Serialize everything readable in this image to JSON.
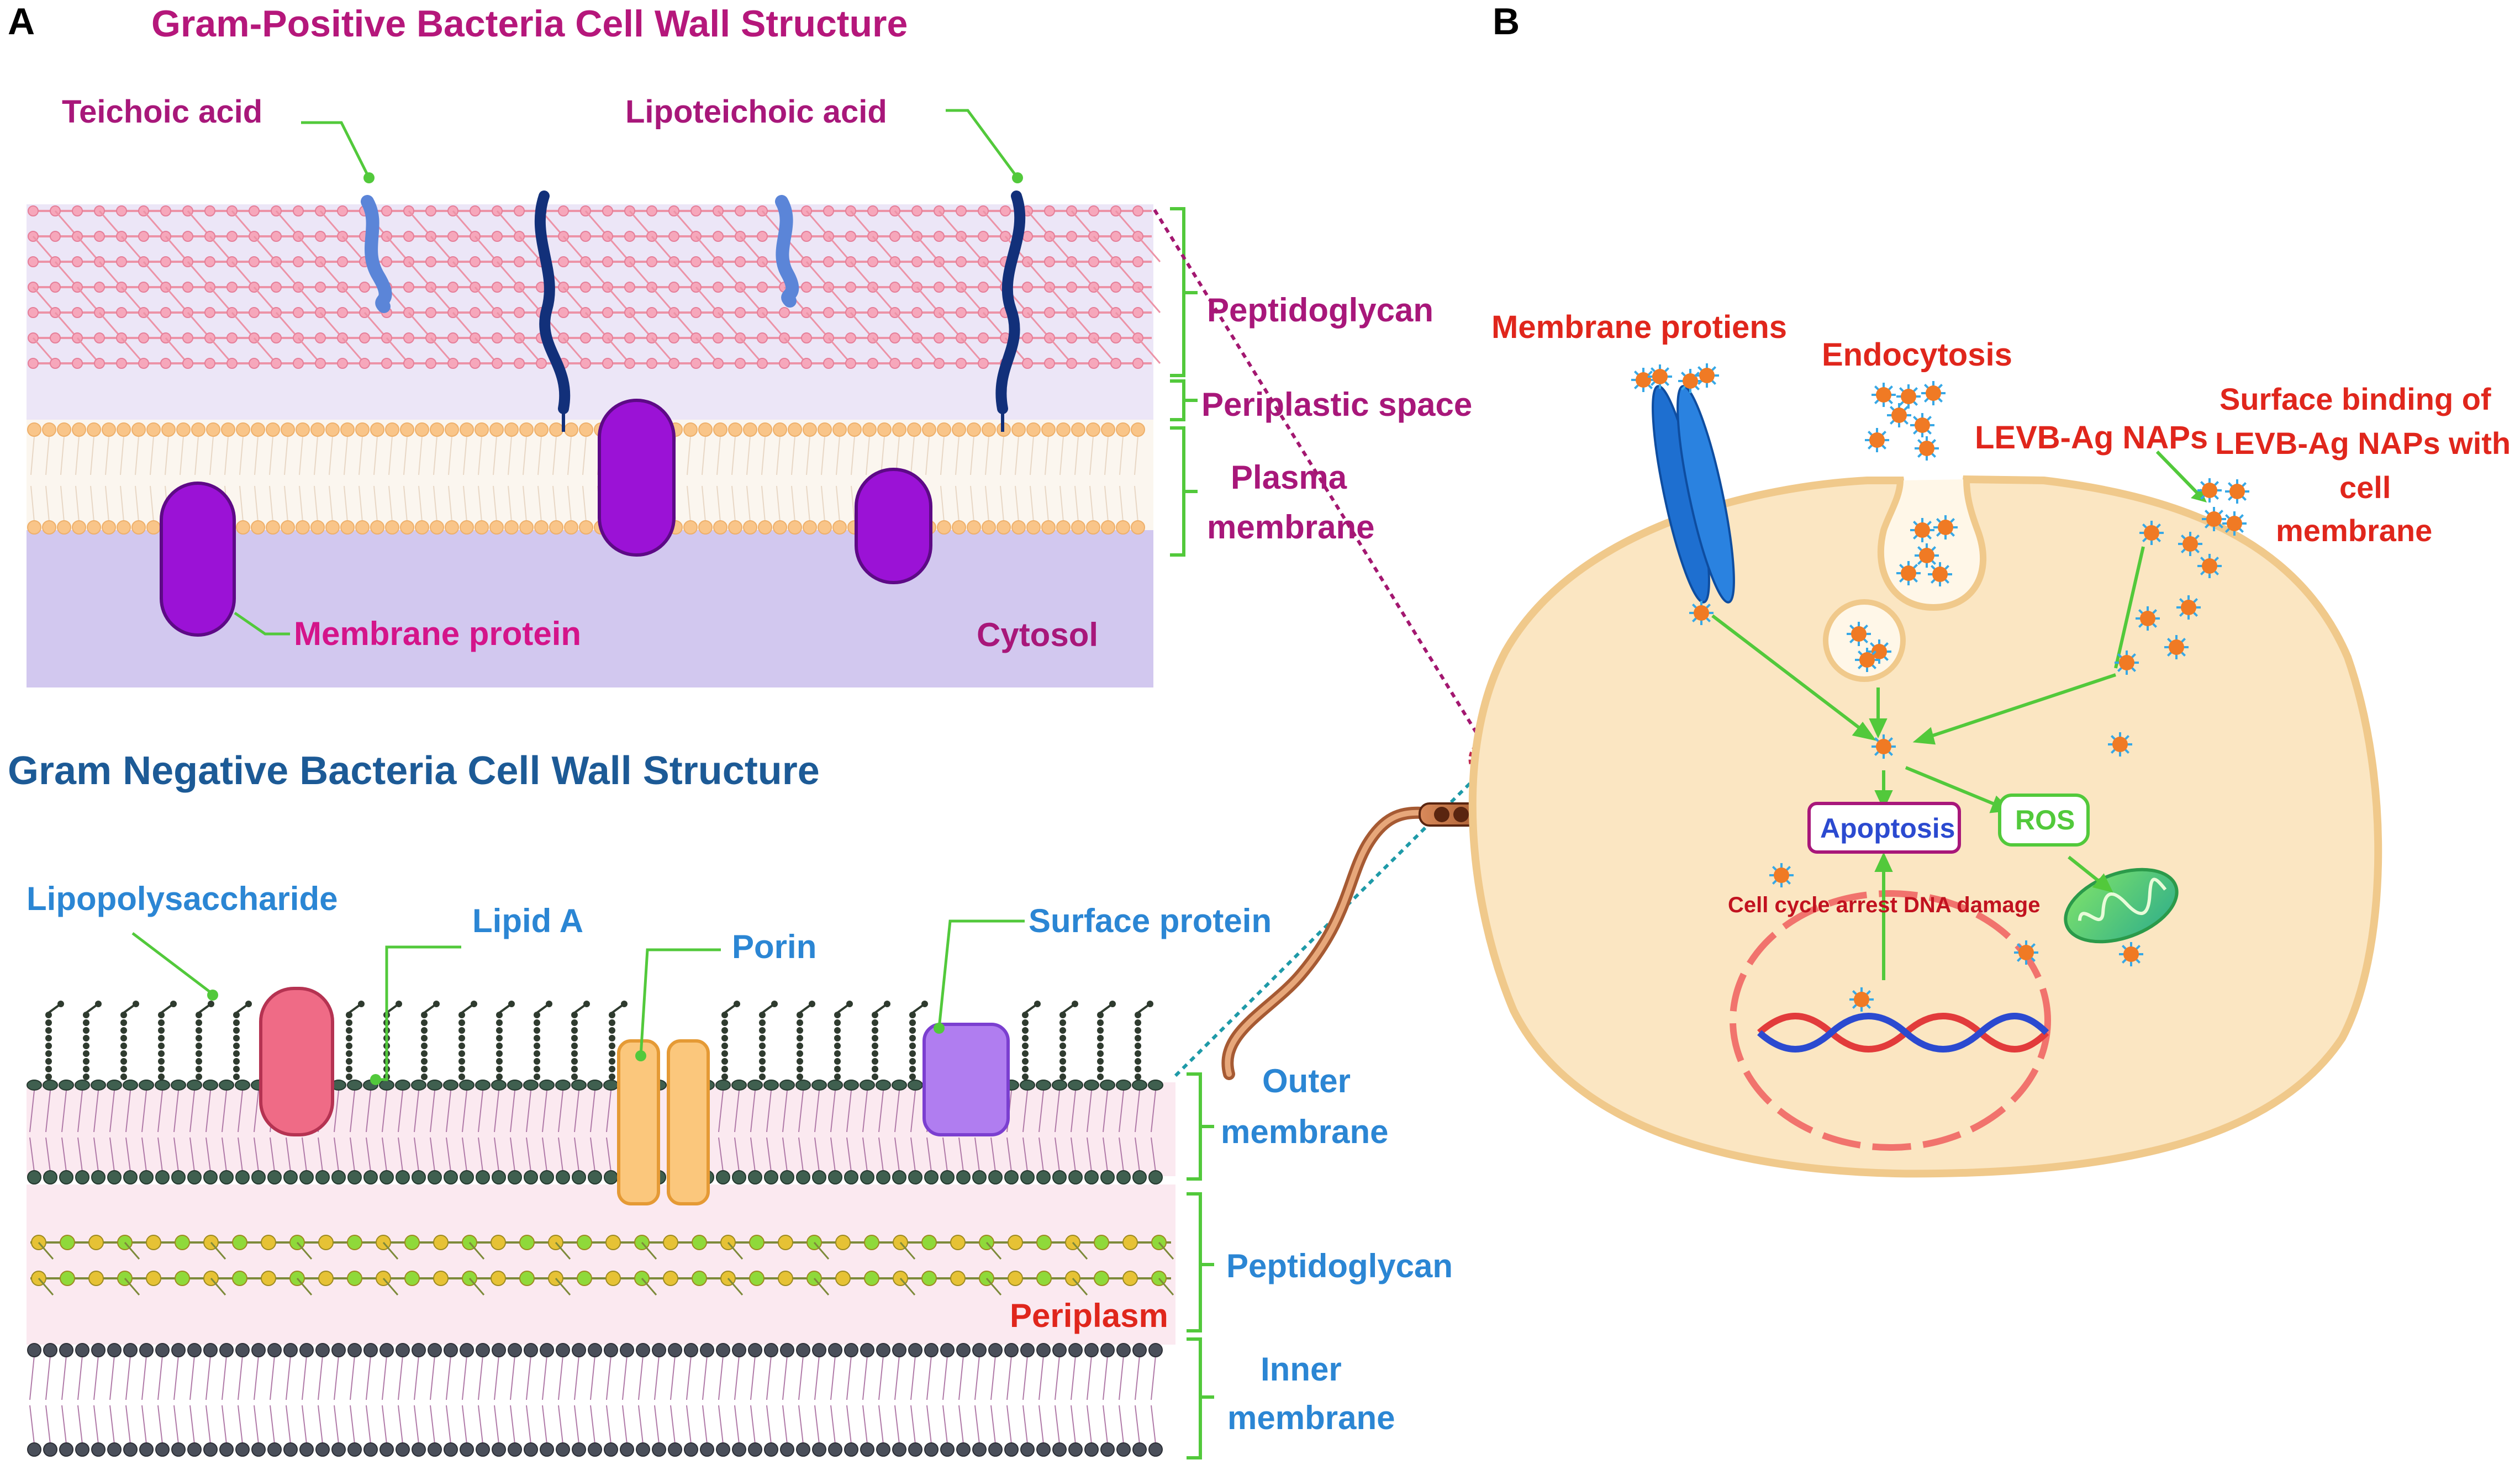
{
  "panels": {
    "a_letter": "A",
    "b_letter": "B"
  },
  "gram_positive": {
    "title": "Gram-Positive Bacteria Cell Wall Structure",
    "teichoic_acid": "Teichoic acid",
    "lipoteichoic_acid": "Lipoteichoic acid",
    "peptidoglycan": "Peptidoglycan",
    "periplastic_space": "Periplastic space",
    "plasma_membrane_line1": "Plasma",
    "plasma_membrane_line2": "membrane",
    "membrane_protein": "Membrane protein",
    "cytosol": "Cytosol"
  },
  "gram_negative": {
    "title": "Gram Negative Bacteria Cell Wall Structure",
    "lipopolysaccharide": "Lipopolysaccharide",
    "lipid_a": "Lipid A",
    "porin": "Porin",
    "surface_protein": "Surface protein",
    "outer_membrane_line1": "Outer",
    "outer_membrane_line2": "membrane",
    "peptidoglycan": "Peptidoglycan",
    "periplasm": "Periplasm",
    "inner_membrane_line1": "Inner",
    "inner_membrane_line2": "membrane"
  },
  "cell": {
    "membrane_proteins": "Membrane protiens",
    "endocytosis": "Endocytosis",
    "levb_ag_naps": "LEVB-Ag NAPs",
    "surface_binding_line1": "Surface binding of",
    "surface_binding_line2": "LEVB-Ag NAPs with",
    "surface_binding_line3": "cell",
    "surface_binding_line4": "membrane",
    "apoptosis": "Apoptosis",
    "ros": "ROS",
    "cell_cycle": "Cell cycle arrest DNA damage"
  },
  "colors": {
    "gp_title": "#b5177b",
    "gp_label": "#a8177a",
    "gn_title": "#1c5a96",
    "gn_label": "#2b86d4",
    "cell_red": "#e0261c",
    "leader_green": "#52c93b",
    "purple_protein": "#9b12d6",
    "cell_fill": "#fbe6c2"
  }
}
